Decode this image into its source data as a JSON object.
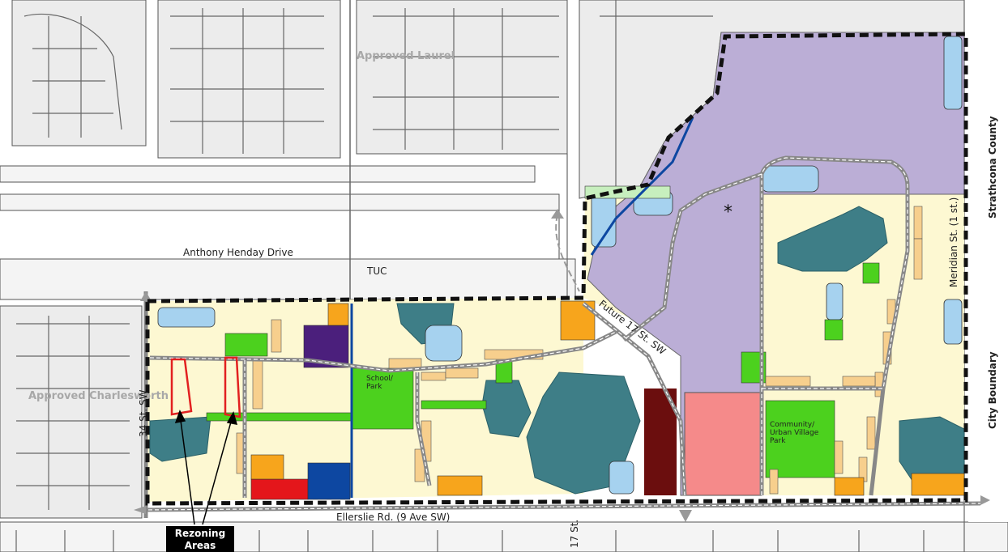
{
  "labels": {
    "approved_laurel": "Approved Laurel",
    "approved_charlesworth": "Approved Charlesworth",
    "anthony_henday": "Anthony Henday Drive",
    "tuc": "TUC",
    "ellerslie": "Ellerslie Rd. (9 Ave SW)",
    "st_34": "34 St. SW",
    "st_17": "17 St.",
    "future_17": "Future 17 St. SW",
    "meridian": "Meridian St. (1 st.)",
    "strathcona": "Strathcona County",
    "city_boundary": "City Boundary",
    "school_park": "School/ Park",
    "community_park": "Community/ Urban Village Park",
    "rezoning": "Rezoning Areas",
    "asterisk": "*"
  },
  "colors": {
    "residential": "#fdf8d2",
    "grey_land": "#ececec",
    "purple_zone": "#bbaed6",
    "stormwater": "#3e7e87",
    "water": "#a6d2ef",
    "park_green": "#4cd11e",
    "light_green": "#c7efbe",
    "orange": "#f7a51c",
    "tan": "#f7cf8d",
    "red": "#e4161b",
    "blue": "#0d47a1",
    "dark_purple": "#4b1f7c",
    "maroon": "#6b0e0e",
    "pink": "#f58a8a",
    "rezoning_outline": "#e22020"
  }
}
